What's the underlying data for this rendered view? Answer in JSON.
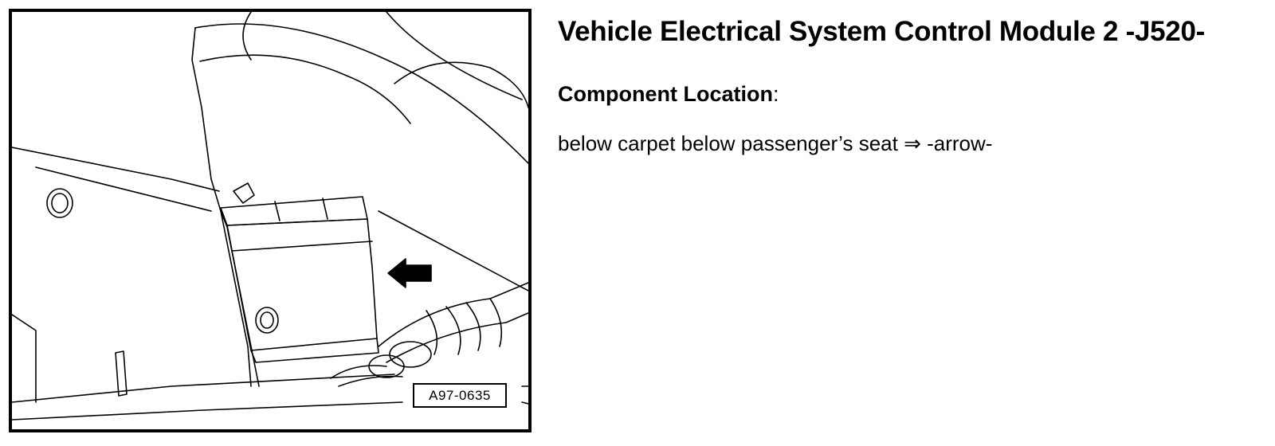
{
  "figure": {
    "id_label": "A97-0635"
  },
  "document": {
    "title": "Vehicle Electrical System Control Module 2 -J520-",
    "section_heading": "Component Location",
    "section_heading_suffix": ":",
    "location_text": "below carpet below passenger’s seat",
    "reference_symbol": "⇒",
    "reference_text": "-arrow-"
  }
}
